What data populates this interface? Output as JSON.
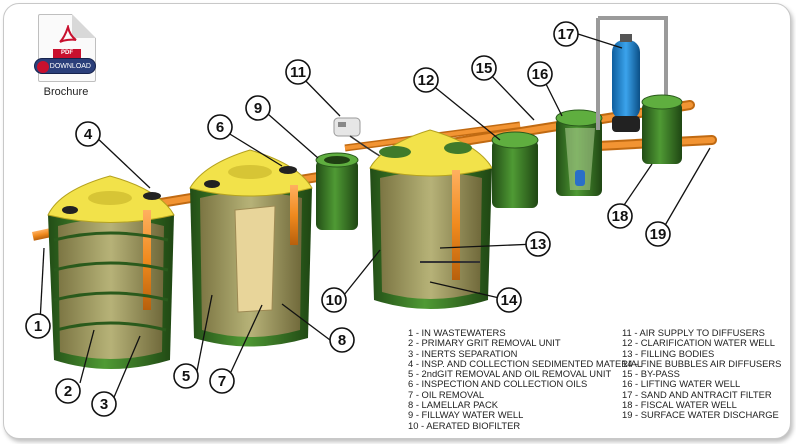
{
  "brochure": {
    "pdf_tag": "PDF",
    "download_label": "DOWNLOAD",
    "label": "Brochure"
  },
  "callouts": [
    "1",
    "2",
    "3",
    "4",
    "5",
    "6",
    "7",
    "8",
    "9",
    "10",
    "11",
    "12",
    "13",
    "14",
    "15",
    "16",
    "17",
    "18",
    "19"
  ],
  "legend": {
    "left": [
      "1 - IN WASTEWATERS",
      "2 - PRIMARY GRIT REMOVAL UNIT",
      "3 - INERTS SEPARATION",
      "4 - INSP. AND COLLECTION SEDIMENTED MATERIAL",
      "5 - 2ndGIT REMOVAL AND OIL REMOVAL UNIT",
      "6 - INSPECTION AND COLLECTION OILS",
      "7 - OIL REMOVAL",
      "8 - LAMELLAR PACK",
      "9 - FILLWAY WATER WELL",
      "10 - AERATED BIOFILTER"
    ],
    "right": [
      "11 - AIR SUPPLY TO DIFFUSERS",
      "12 - CLARIFICATION WATER WELL",
      "13 - FILLING BODIES",
      "14 - FINE BUBBLES AIR DIFFUSERS",
      "15 - BY-PASS",
      "16 - LIFTING WATER WELL",
      "17 - SAND AND ANTRACIT FILTER",
      "18 - FISCAL WATER WELL",
      "19 - SURFACE WATER DISCHARGE"
    ]
  },
  "colors": {
    "pipe": "#f08a1e",
    "tank_green": "#3f7a2b",
    "tank_cap": "#f2e24a",
    "filter_blue": "#2a8fd8",
    "callout_fill": "#ffffff"
  }
}
